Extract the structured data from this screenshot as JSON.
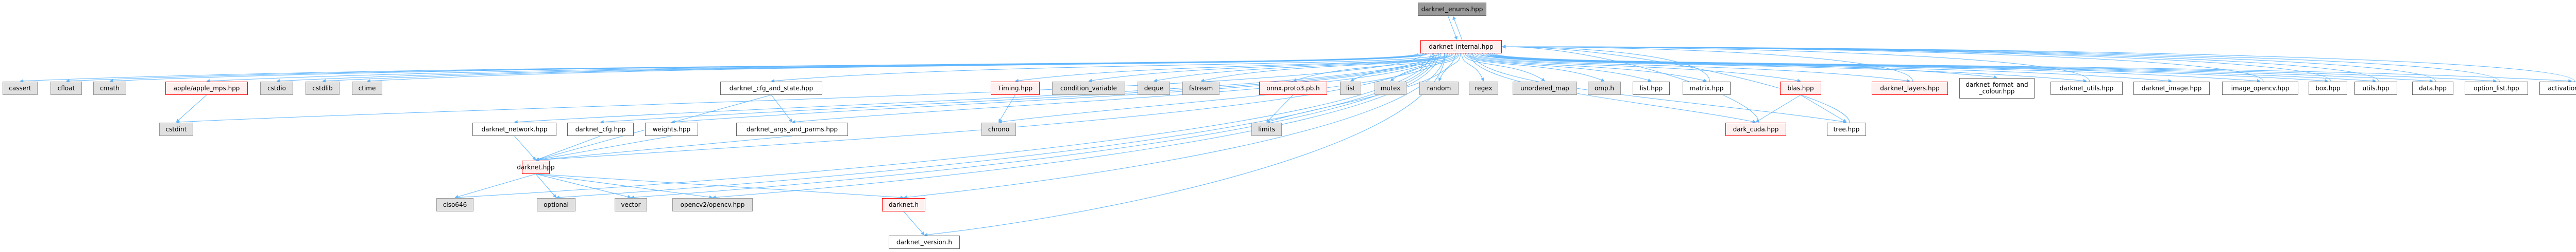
{
  "graph": {
    "type": "include-dependency-graph",
    "edge_color": "#63b8ff",
    "colors": {
      "root_fill": "#999999",
      "warn_fill": "#fff0f0",
      "warn_border": "#ff0000",
      "system_fill": "#e0e0e0",
      "plain_fill": "#ffffff"
    },
    "nodes": [
      {
        "id": "enums",
        "label": "darknet_enums.hpp",
        "kind": "root"
      },
      {
        "id": "internal",
        "label": "darknet_internal.hpp",
        "kind": "warn"
      },
      {
        "id": "cassert",
        "label": "cassert",
        "kind": "sys"
      },
      {
        "id": "cfloat",
        "label": "cfloat",
        "kind": "sys"
      },
      {
        "id": "cmath",
        "label": "cmath",
        "kind": "sys"
      },
      {
        "id": "apple",
        "label": "apple/apple_mps.hpp",
        "kind": "warn"
      },
      {
        "id": "cstdio",
        "label": "cstdio",
        "kind": "sys"
      },
      {
        "id": "cstdlib",
        "label": "cstdlib",
        "kind": "sys"
      },
      {
        "id": "ctime",
        "label": "ctime",
        "kind": "sys"
      },
      {
        "id": "cstdint",
        "label": "cstdint",
        "kind": "sys"
      },
      {
        "id": "cfgstate",
        "label": "darknet_cfg_and_state.hpp",
        "kind": "plain"
      },
      {
        "id": "network",
        "label": "darknet_network.hpp",
        "kind": "plain"
      },
      {
        "id": "cfg",
        "label": "darknet_cfg.hpp",
        "kind": "plain"
      },
      {
        "id": "weights",
        "label": "weights.hpp",
        "kind": "plain"
      },
      {
        "id": "argsparms",
        "label": "darknet_args_and_parms.hpp",
        "kind": "plain"
      },
      {
        "id": "darknethpp",
        "label": "darknet.hpp",
        "kind": "warn"
      },
      {
        "id": "ciso646",
        "label": "ciso646",
        "kind": "sys"
      },
      {
        "id": "optional",
        "label": "optional",
        "kind": "sys"
      },
      {
        "id": "vector",
        "label": "vector",
        "kind": "sys"
      },
      {
        "id": "opencv",
        "label": "opencv2/opencv.hpp",
        "kind": "sys"
      },
      {
        "id": "darkneth",
        "label": "darknet.h",
        "kind": "warn"
      },
      {
        "id": "version",
        "label": "darknet_version.h",
        "kind": "plain"
      },
      {
        "id": "timing",
        "label": "Timing.hpp",
        "kind": "warn"
      },
      {
        "id": "chrono",
        "label": "chrono",
        "kind": "sys"
      },
      {
        "id": "condvar",
        "label": "condition_variable",
        "kind": "sys"
      },
      {
        "id": "deque",
        "label": "deque",
        "kind": "sys"
      },
      {
        "id": "fstream",
        "label": "fstream",
        "kind": "sys"
      },
      {
        "id": "onnx",
        "label": "onnx.proto3.pb.h",
        "kind": "warn"
      },
      {
        "id": "limits",
        "label": "limits",
        "kind": "sys"
      },
      {
        "id": "list",
        "label": "list",
        "kind": "sys"
      },
      {
        "id": "mutex",
        "label": "mutex",
        "kind": "sys"
      },
      {
        "id": "random",
        "label": "random",
        "kind": "sys"
      },
      {
        "id": "regex",
        "label": "regex",
        "kind": "sys"
      },
      {
        "id": "umap",
        "label": "unordered_map",
        "kind": "sys"
      },
      {
        "id": "omp",
        "label": "omp.h",
        "kind": "sys"
      },
      {
        "id": "listhpp",
        "label": "list.hpp",
        "kind": "plain"
      },
      {
        "id": "matrix",
        "label": "matrix.hpp",
        "kind": "plain"
      },
      {
        "id": "darkcuda",
        "label": "dark_cuda.hpp",
        "kind": "warn"
      },
      {
        "id": "blas",
        "label": "blas.hpp",
        "kind": "warn"
      },
      {
        "id": "tree",
        "label": "tree.hpp",
        "kind": "plain"
      },
      {
        "id": "layers",
        "label": "darknet_layers.hpp",
        "kind": "warn"
      },
      {
        "id": "formatcolour",
        "label": "darknet_format_and\n_colour.hpp",
        "kind": "plain"
      },
      {
        "id": "utilsd",
        "label": "darknet_utils.hpp",
        "kind": "plain"
      },
      {
        "id": "image",
        "label": "darknet_image.hpp",
        "kind": "plain"
      },
      {
        "id": "imgcv",
        "label": "image_opencv.hpp",
        "kind": "plain"
      },
      {
        "id": "box",
        "label": "box.hpp",
        "kind": "plain"
      },
      {
        "id": "utils",
        "label": "utils.hpp",
        "kind": "plain"
      },
      {
        "id": "data",
        "label": "data.hpp",
        "kind": "plain"
      },
      {
        "id": "optlist",
        "label": "option_list.hpp",
        "kind": "plain"
      },
      {
        "id": "activ",
        "label": "activations.hpp",
        "kind": "plain"
      }
    ],
    "edges": [
      [
        "enums",
        "internal"
      ],
      [
        "internal",
        "enums"
      ],
      [
        "internal",
        "cassert"
      ],
      [
        "internal",
        "cfloat"
      ],
      [
        "internal",
        "cmath"
      ],
      [
        "internal",
        "apple"
      ],
      [
        "internal",
        "cstdio"
      ],
      [
        "internal",
        "cstdlib"
      ],
      [
        "internal",
        "ctime"
      ],
      [
        "internal",
        "cstdint"
      ],
      [
        "apple",
        "cstdint"
      ],
      [
        "internal",
        "cfgstate"
      ],
      [
        "internal",
        "network"
      ],
      [
        "internal",
        "cfg"
      ],
      [
        "internal",
        "weights"
      ],
      [
        "internal",
        "argsparms"
      ],
      [
        "internal",
        "darknethpp"
      ],
      [
        "internal",
        "ciso646"
      ],
      [
        "internal",
        "optional"
      ],
      [
        "internal",
        "vector"
      ],
      [
        "internal",
        "opencv"
      ],
      [
        "internal",
        "darkneth"
      ],
      [
        "internal",
        "version"
      ],
      [
        "cfgstate",
        "argsparms"
      ],
      [
        "cfgstate",
        "darknethpp"
      ],
      [
        "network",
        "darknethpp"
      ],
      [
        "cfg",
        "darknethpp"
      ],
      [
        "weights",
        "darknethpp"
      ],
      [
        "argsparms",
        "darknethpp"
      ],
      [
        "darknethpp",
        "ciso646"
      ],
      [
        "darknethpp",
        "optional"
      ],
      [
        "darknethpp",
        "vector"
      ],
      [
        "darknethpp",
        "opencv"
      ],
      [
        "darknethpp",
        "darkneth"
      ],
      [
        "darkneth",
        "version"
      ],
      [
        "internal",
        "timing"
      ],
      [
        "internal",
        "chrono"
      ],
      [
        "timing",
        "chrono"
      ],
      [
        "internal",
        "condvar"
      ],
      [
        "internal",
        "deque"
      ],
      [
        "internal",
        "fstream"
      ],
      [
        "internal",
        "onnx"
      ],
      [
        "internal",
        "limits"
      ],
      [
        "onnx",
        "limits"
      ],
      [
        "internal",
        "list"
      ],
      [
        "internal",
        "mutex"
      ],
      [
        "internal",
        "random"
      ],
      [
        "internal",
        "regex"
      ],
      [
        "internal",
        "umap"
      ],
      [
        "internal",
        "omp"
      ],
      [
        "internal",
        "listhpp"
      ],
      [
        "internal",
        "matrix"
      ],
      [
        "matrix",
        "internal"
      ],
      [
        "internal",
        "darkcuda"
      ],
      [
        "darkcuda",
        "internal"
      ],
      [
        "internal",
        "blas"
      ],
      [
        "blas",
        "darkcuda"
      ],
      [
        "blas",
        "tree"
      ],
      [
        "internal",
        "tree"
      ],
      [
        "tree",
        "internal"
      ],
      [
        "internal",
        "layers"
      ],
      [
        "layers",
        "internal"
      ],
      [
        "internal",
        "formatcolour"
      ],
      [
        "internal",
        "utilsd"
      ],
      [
        "utilsd",
        "internal"
      ],
      [
        "internal",
        "image"
      ],
      [
        "internal",
        "imgcv"
      ],
      [
        "imgcv",
        "internal"
      ],
      [
        "internal",
        "box"
      ],
      [
        "box",
        "internal"
      ],
      [
        "internal",
        "utils"
      ],
      [
        "utils",
        "internal"
      ],
      [
        "internal",
        "data"
      ],
      [
        "data",
        "internal"
      ],
      [
        "internal",
        "optlist"
      ],
      [
        "optlist",
        "internal"
      ],
      [
        "internal",
        "activ"
      ],
      [
        "activ",
        "internal"
      ]
    ]
  }
}
